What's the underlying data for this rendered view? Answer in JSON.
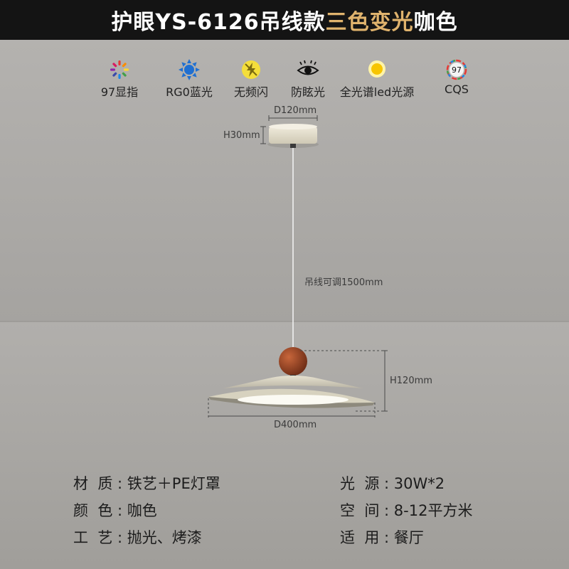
{
  "title": {
    "prefix": "护眼YS-6126吊线款",
    "highlight": "三色变光",
    "suffix": "咖色"
  },
  "features": [
    {
      "icon": "color-wheel-icon",
      "label": "97显指"
    },
    {
      "icon": "sun-icon",
      "label": "RG0蓝光"
    },
    {
      "icon": "no-flicker-icon",
      "label": "无频闪"
    },
    {
      "icon": "eye-icon",
      "label": "防眩光"
    },
    {
      "icon": "bulb-glow-icon",
      "label": "全光谱led光源"
    },
    {
      "icon": "cqs-97-icon",
      "label": "CQS",
      "badge": "97"
    }
  ],
  "dimensions": {
    "canopy_diameter": "D120mm",
    "canopy_height": "H30mm",
    "cable_length": "吊线可调1500mm",
    "lamp_height": "H120mm",
    "lamp_diameter": "D400mm"
  },
  "specs": {
    "material": {
      "key": "材  质",
      "value": "铁艺＋PE灯罩"
    },
    "color": {
      "key": "颜  色",
      "value": "咖色"
    },
    "craft": {
      "key": "工  艺",
      "value": "抛光、烤漆"
    },
    "power": {
      "key": "光  源",
      "value": "30W*2"
    },
    "space": {
      "key": "空  间",
      "value": "8-12平方米"
    },
    "usage": {
      "key": "适  用",
      "value": "餐厅"
    }
  },
  "colors": {
    "title_bg": "#141414",
    "title_highlight": "#e0b36d",
    "wall": "#a9a7a3",
    "lamp_cream": "#ddd8c6",
    "wood_ball": "#8c3f22"
  }
}
